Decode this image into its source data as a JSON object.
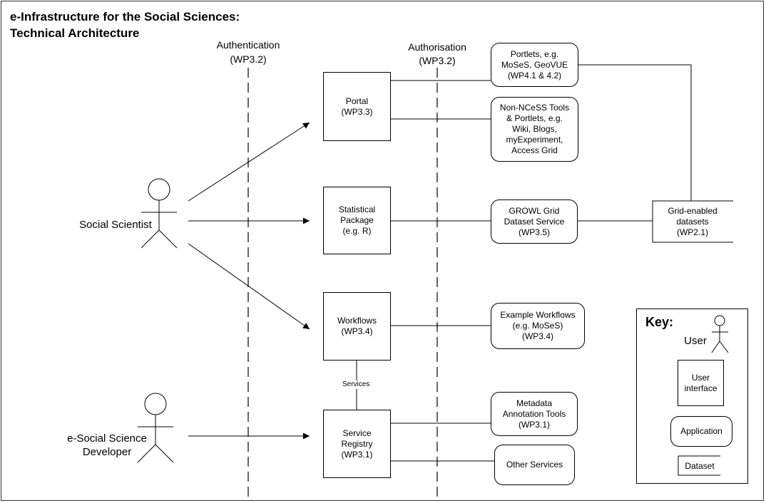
{
  "title": {
    "line1": "e-Infrastructure for the Social Sciences:",
    "line2": "Technical Architecture"
  },
  "columns": {
    "authentication": {
      "label": "Authentication",
      "wp": "(WP3.2)"
    },
    "authorisation": {
      "label": "Authorisation",
      "wp": "(WP3.2)"
    }
  },
  "actors": {
    "social_scientist": "Social Scientist",
    "developer": "e-Social Science\nDeveloper"
  },
  "interfaces": {
    "portal": "Portal\n(WP3.3)",
    "statistical": "Statistical\nPackage\n(e.g. R)",
    "workflows": "Workflows\n(WP3.4)",
    "registry": "Service\nRegistry\n(WP3.1)"
  },
  "services_label": "Services",
  "applications": {
    "portlets": "Portlets, e.g.\nMoSeS, GeoVUE\n(WP4.1 & 4.2)",
    "non_ncess": "Non-NCeSS Tools\n& Portlets, e.g.\nWiki, Blogs,\nmyExperiment,\nAccess Grid",
    "growl": "GROWL Grid\nDataset Service\n(WP3.5)",
    "example_workflows": "Example Workflows\n(e.g. MoSeS)\n(WP3.4)",
    "metadata": "Metadata\nAnnotation Tools\n(WP3.1)",
    "other_services": "Other Services"
  },
  "dataset": "Grid-enabled\ndatasets\n(WP2.1)",
  "key": {
    "heading": "Key:",
    "user": "User",
    "user_interface": "User\ninterface",
    "application": "Application",
    "dataset": "Dataset"
  }
}
